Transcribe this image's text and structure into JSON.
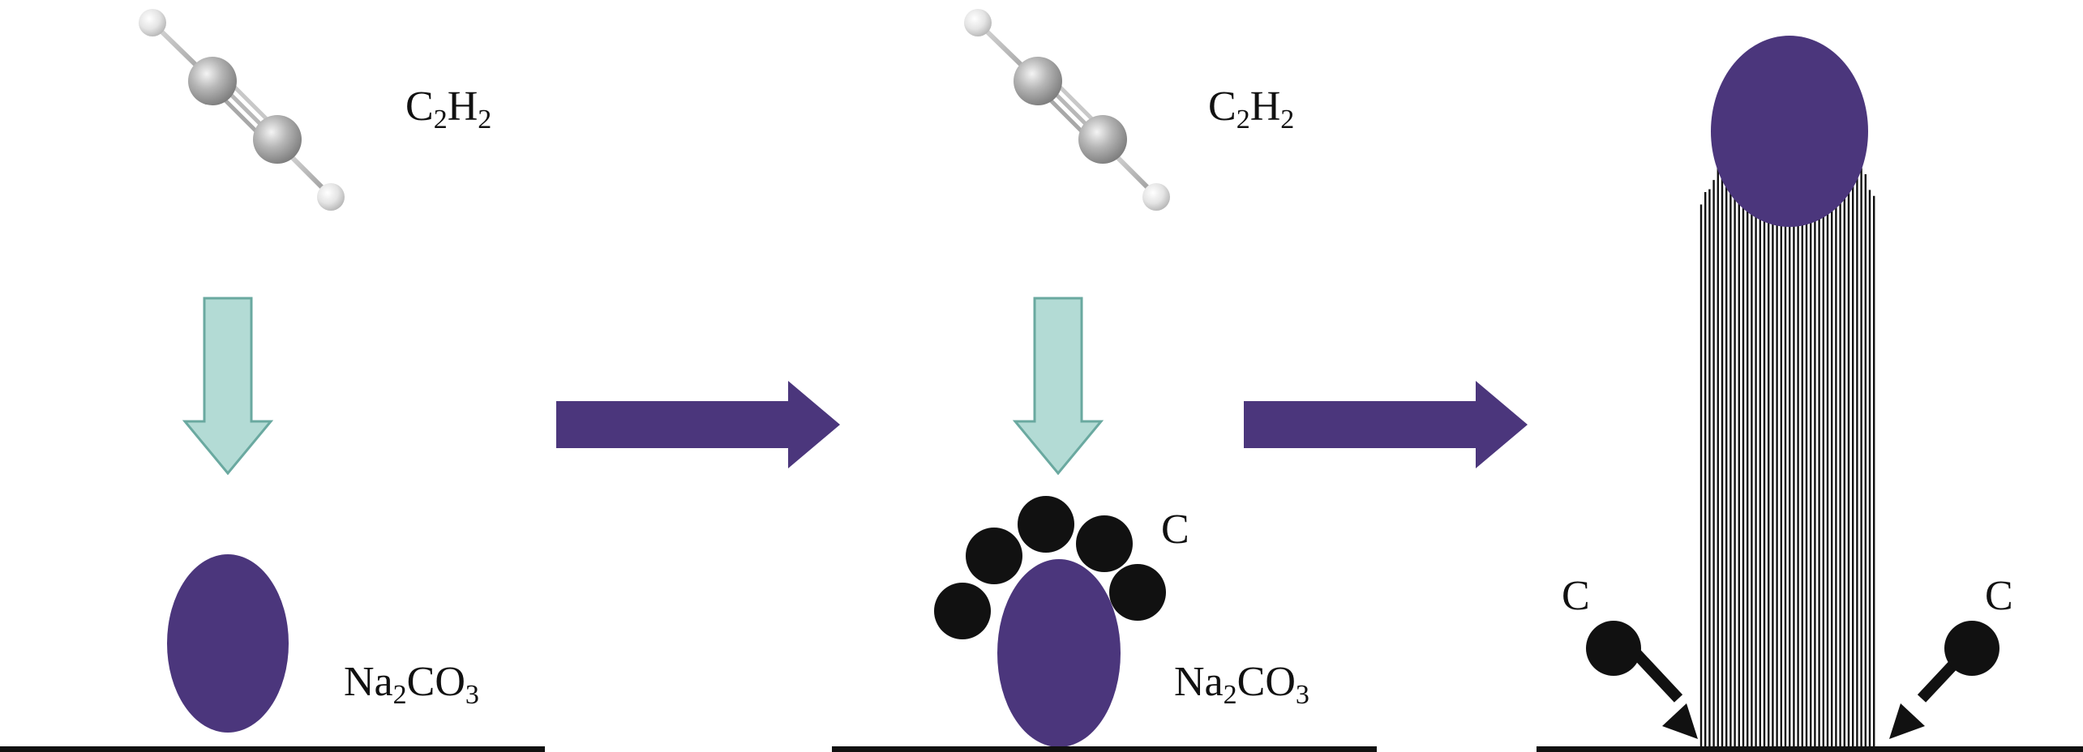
{
  "labels": {
    "molecule_stage1": {
      "main": "C",
      "sub1": "2",
      "mid": "H",
      "sub2": "2"
    },
    "catalyst_stage1": {
      "a": "Na",
      "sub1": "2",
      "b": "CO",
      "sub2": "3"
    },
    "molecule_stage2": {
      "main": "C",
      "sub1": "2",
      "mid": "H",
      "sub2": "2"
    },
    "carbon_stage2": "C",
    "catalyst_stage2": {
      "a": "Na",
      "sub1": "2",
      "b": "CO",
      "sub2": "3"
    },
    "carbon_left_stage3": "C",
    "carbon_right_stage3": "C"
  },
  "colors": {
    "catalyst": "#4b367c",
    "process_arrow": "#4b367c",
    "feed_arrow_fill": "#b3dbd5",
    "feed_arrow_stroke": "#6aa9a0",
    "carbon": "#111111",
    "substrate": "#111111",
    "atom_carbon": "#a9a9a9",
    "atom_hydrogen": "#e6e6e6"
  },
  "icons": {
    "molecule": "acetylene-ball-and-stick",
    "catalyst": "sodium-carbonate-particle",
    "carbon": "carbon-atom",
    "nanofiber": "carbon-nanofiber"
  }
}
